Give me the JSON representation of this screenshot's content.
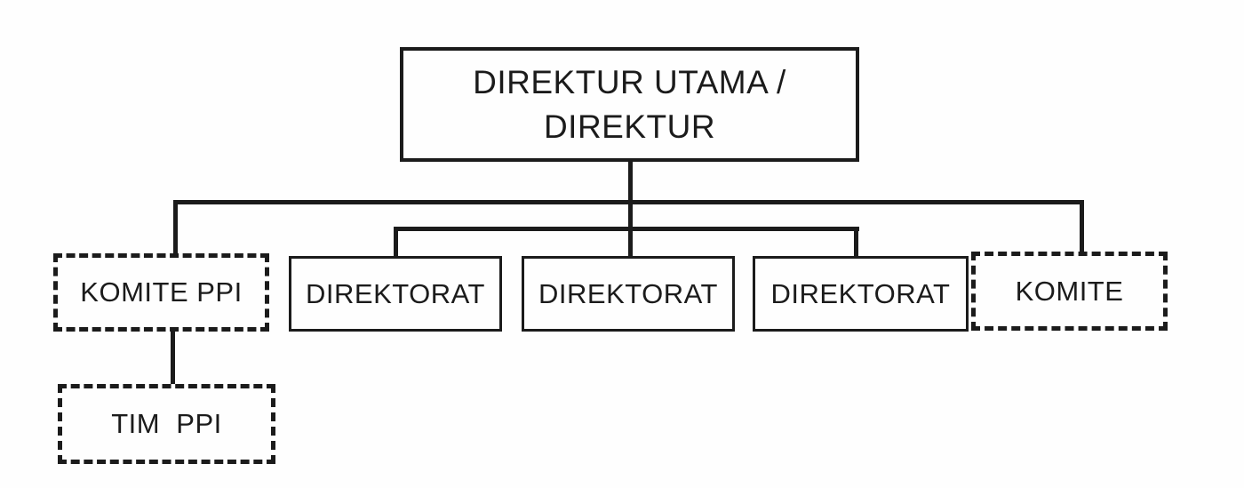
{
  "diagram": {
    "type": "org-chart",
    "background_color": "#fefefe",
    "line_color": "#1b1b1b",
    "nodes": {
      "direktur": {
        "label_line1": "DIREKTUR UTAMA /",
        "label_line2": "DIREKTUR",
        "border_style": "solid"
      },
      "komite_ppi": {
        "label": "KOMITE PPI",
        "border_style": "dashed"
      },
      "direktorat_1": {
        "label": "DIREKTORAT",
        "border_style": "solid"
      },
      "direktorat_2": {
        "label": "DIREKTORAT",
        "border_style": "solid"
      },
      "direktorat_3": {
        "label": "DIREKTORAT",
        "border_style": "solid"
      },
      "komite": {
        "label": "KOMITE",
        "border_style": "dashed"
      },
      "tim_ppi": {
        "label": "TIM  PPI",
        "border_style": "dashed"
      }
    },
    "edges": [
      {
        "from": "direktur",
        "to": "komite_ppi"
      },
      {
        "from": "direktur",
        "to": "direktorat_1"
      },
      {
        "from": "direktur",
        "to": "direktorat_2"
      },
      {
        "from": "direktur",
        "to": "direktorat_3"
      },
      {
        "from": "direktur",
        "to": "komite"
      },
      {
        "from": "komite_ppi",
        "to": "tim_ppi"
      }
    ]
  }
}
